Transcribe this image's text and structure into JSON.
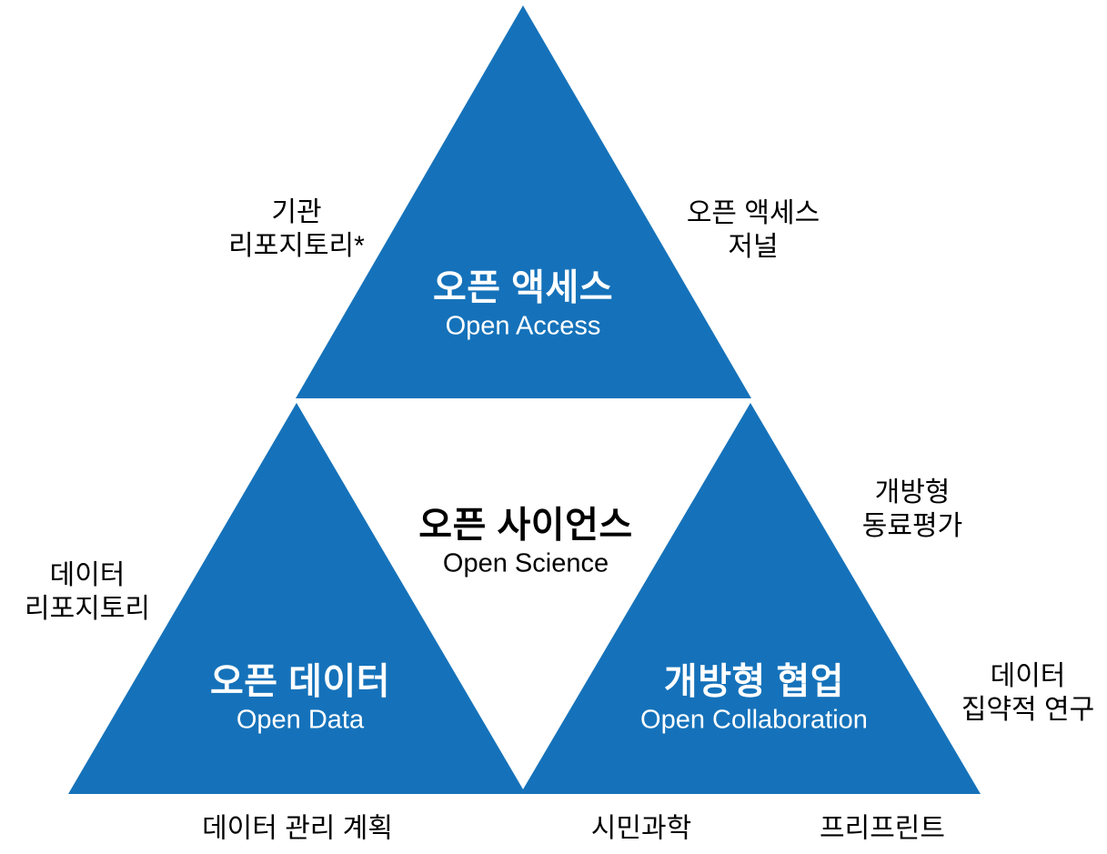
{
  "colors": {
    "triangle_blue": "#1572BA",
    "background": "#ffffff",
    "inner_text": "#ffffff",
    "outer_text": "#000000"
  },
  "sections": {
    "open_access": {
      "ko": "오픈 액세스",
      "en": "Open Access"
    },
    "open_science": {
      "ko": "오픈 사이언스",
      "en": "Open Science"
    },
    "open_data": {
      "ko": "오픈 데이터",
      "en": "Open Data"
    },
    "open_collaboration": {
      "ko": "개방형 협업",
      "en": "Open Collaboration"
    }
  },
  "outer_labels": {
    "institutional_repository": {
      "line1": "기관",
      "line2": "리포지토리*"
    },
    "open_access_journal": {
      "line1": "오픈 액세스",
      "line2": "저널"
    },
    "data_repository": {
      "line1": "데이터",
      "line2": "리포지토리"
    },
    "open_peer_review": {
      "line1": "개방형",
      "line2": "동료평가"
    },
    "data_intensive_research": {
      "line1": "데이터",
      "line2": "집약적 연구"
    },
    "data_management_plan": "데이터 관리 계획",
    "citizen_science": "시민과학",
    "preprint": "프리프린트"
  }
}
